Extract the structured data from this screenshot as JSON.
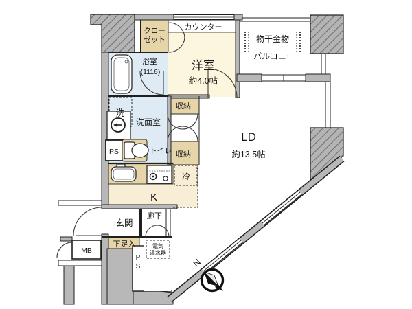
{
  "plan": {
    "counter": "カウンター",
    "closet_line1": "クロー",
    "closet_line2": "ゼット",
    "western_room": "洋室",
    "western_room_size": "約4.0帖",
    "laundry_hardware": "物干金物",
    "balcony": "バルコニー",
    "bathroom": "浴室",
    "bathroom_size": "(1116)",
    "washer": "洗",
    "washroom": "洗面室",
    "ps_upper": "PS",
    "toilet": "トイレ",
    "storage_upper": "収納",
    "storage_lower": "収納",
    "living_dining": "LD",
    "living_dining_size": "約13.5帖",
    "fridge": "冷",
    "kitchen": "K",
    "entrance": "玄関",
    "hallway": "廊下",
    "shoe_cabinet": "下足入",
    "meter_box": "MB",
    "ps_lower_p": "P",
    "ps_lower_s": "S",
    "water_heater_line1": "電気",
    "water_heater_line2": "温水器",
    "north": "N"
  },
  "colors": {
    "room_cream": "#fdf6de",
    "kitchen_cream": "#f8eed6",
    "tan": "#e5d5a9",
    "water_blue": "#dfebf4",
    "wall_gray": "#b8b8b8"
  }
}
